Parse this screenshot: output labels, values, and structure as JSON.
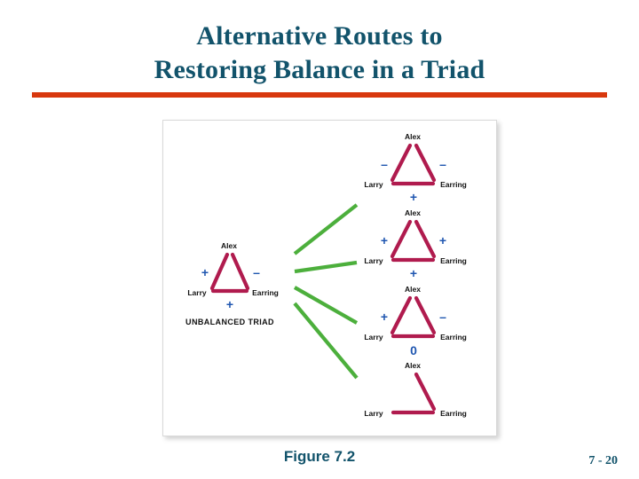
{
  "slide": {
    "title_line1": "Alternative Routes to",
    "title_line2": "Restoring Balance in a Triad",
    "caption": "Figure 7.2",
    "page_number": "7 - 20",
    "colors": {
      "title_text": "#12536B",
      "rule": "#D8380E",
      "edge": "#B01B4E",
      "sign": "#1F56B0",
      "arrow": "#4CAF3C"
    }
  },
  "figure": {
    "source_triad": {
      "caption": "UNBALANCED TRIAD",
      "nodes": {
        "top": "Alex",
        "left": "Larry",
        "right": "Earring"
      },
      "signs": {
        "left_edge": "+",
        "right_edge": "–",
        "bottom_edge": "+"
      }
    },
    "outcomes": [
      {
        "nodes": {
          "top": "Alex",
          "left": "Larry",
          "right": "Earring"
        },
        "signs": {
          "left_edge": "–",
          "right_edge": "–",
          "bottom_edge": "+"
        },
        "edges": {
          "left": true,
          "right": true,
          "bottom": true
        }
      },
      {
        "nodes": {
          "top": "Alex",
          "left": "Larry",
          "right": "Earring"
        },
        "signs": {
          "left_edge": "+",
          "right_edge": "+",
          "bottom_edge": "+"
        },
        "edges": {
          "left": true,
          "right": true,
          "bottom": true
        }
      },
      {
        "nodes": {
          "top": "Alex",
          "left": "Larry",
          "right": "Earring"
        },
        "signs": {
          "left_edge": "+",
          "right_edge": "–",
          "bottom_edge": "0"
        },
        "edges": {
          "left": true,
          "right": true,
          "bottom": true
        }
      },
      {
        "nodes": {
          "top": "Alex",
          "left": "Larry",
          "right": "Earring"
        },
        "signs": {
          "left_edge": "",
          "right_edge": "",
          "bottom_edge": ""
        },
        "edges": {
          "left": false,
          "right": true,
          "bottom": true
        }
      }
    ]
  }
}
